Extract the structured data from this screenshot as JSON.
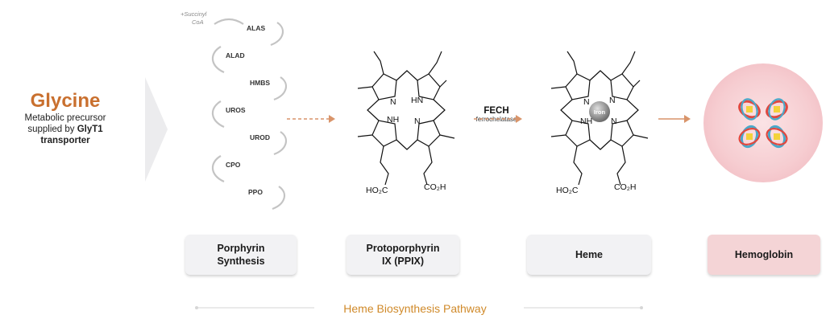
{
  "glycine": {
    "title": "Glycine",
    "line1": "Metabolic precursor",
    "line2_prefix": "supplied by ",
    "line2_bold": "GlyT1",
    "line3": "transporter"
  },
  "enzymes": {
    "succinyl": [
      "+Succinyl",
      "CoA"
    ],
    "list": [
      "ALAS",
      "ALAD",
      "HMBS",
      "UROS",
      "UROD",
      "CPO",
      "PPO"
    ]
  },
  "fech": {
    "name": "FECH",
    "full": "ferrochelatase"
  },
  "molecule": {
    "n_label": "N",
    "hn_label": "HN",
    "nh_label": "NH",
    "acid_left": "HO₂C",
    "acid_right": "CO₂H",
    "iron_label": "Iron"
  },
  "stages": [
    "Porphyrin\nSynthesis",
    "Protoporphyrin\nIX (PPIX)",
    "Heme",
    "Hemoglobin"
  ],
  "pathway_label": "Heme Biosynthesis Pathway",
  "colors": {
    "accent_orange": "#c9702f",
    "dashed_arrow": "#d9946a",
    "hemoglobin_card": "#f4d4d6",
    "card_gray": "#f2f2f4"
  }
}
